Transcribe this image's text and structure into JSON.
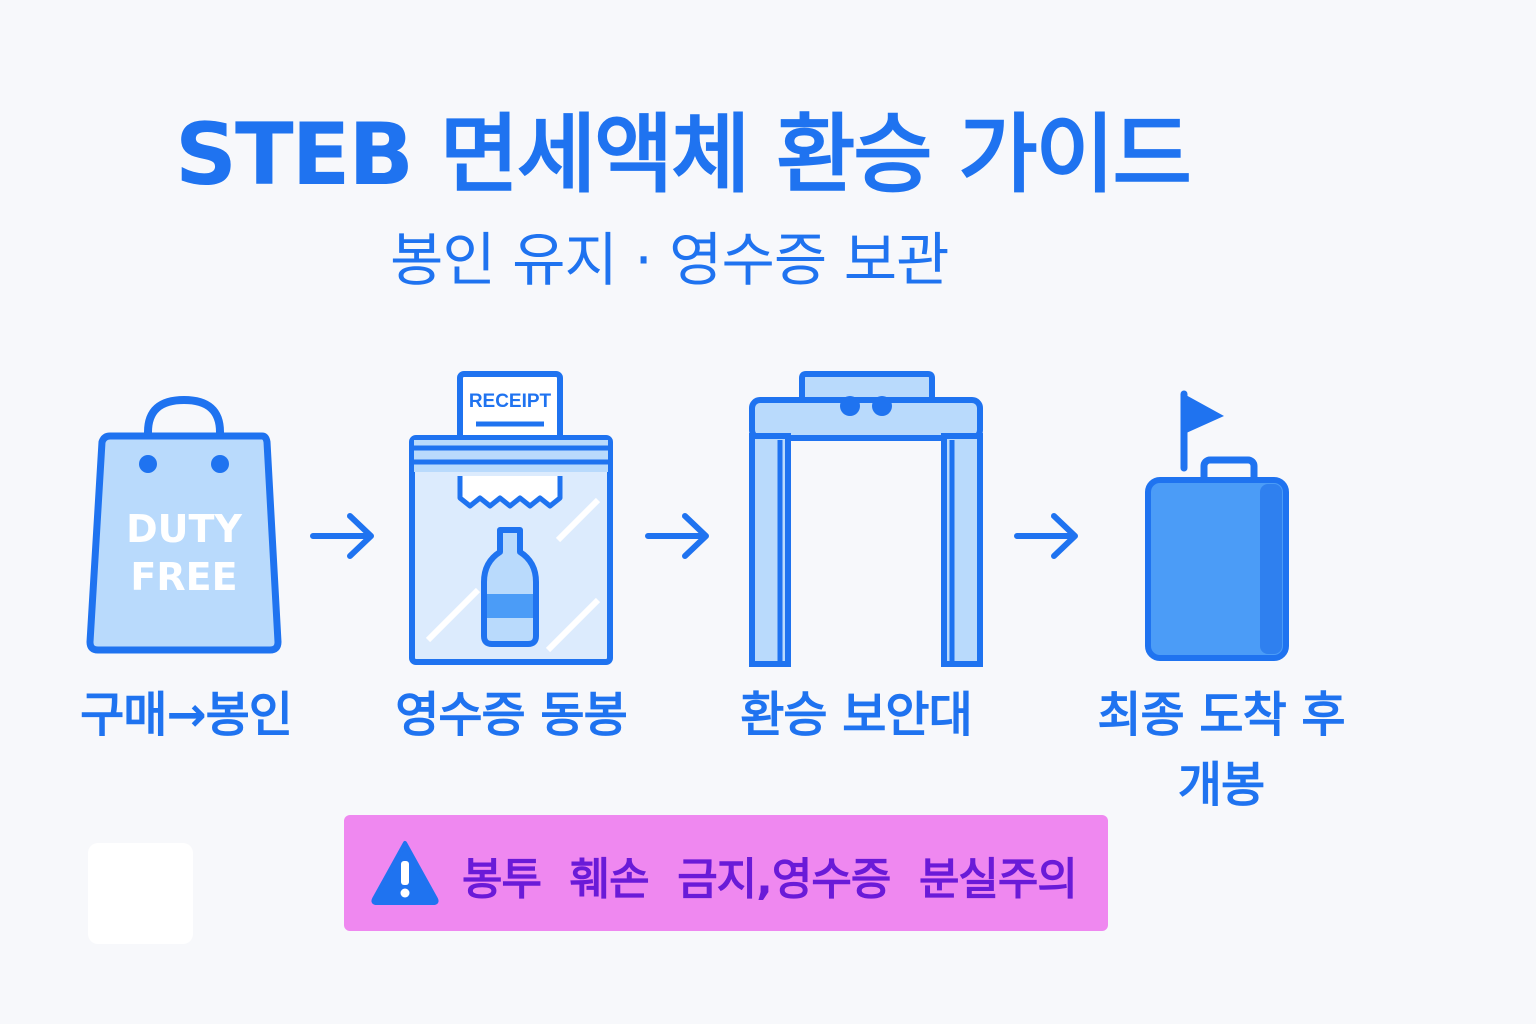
{
  "title": "STEB 면세액체 환승 가이드",
  "subtitle": "봉인 유지 · 영수증 보관",
  "steps": [
    {
      "label": "구매→봉인",
      "icon": "duty-free-bag-icon",
      "bag_text_line1": "DUTY",
      "bag_text_line2": "FREE"
    },
    {
      "label": "영수증 동봉",
      "icon": "sealed-bag-receipt-icon",
      "receipt_text": "RECEIPT"
    },
    {
      "label": "환승 보안대",
      "icon": "security-gate-icon"
    },
    {
      "label_line1": "최종 도착 후",
      "label_line2": "개봉",
      "icon": "suitcase-flag-icon"
    }
  ],
  "arrow_icon": "arrow-right-icon",
  "warning": {
    "icon": "warning-triangle-icon",
    "text": "봉투  훼손  금지,영수증  분실주의"
  },
  "colors": {
    "primary": "#1f73f0",
    "light_fill": "#b9dafc",
    "suitcase": "#4b9cf7",
    "warning_bg": "#ef88f0",
    "warning_text": "#6a1ad8",
    "background": "#f7f8fb"
  }
}
